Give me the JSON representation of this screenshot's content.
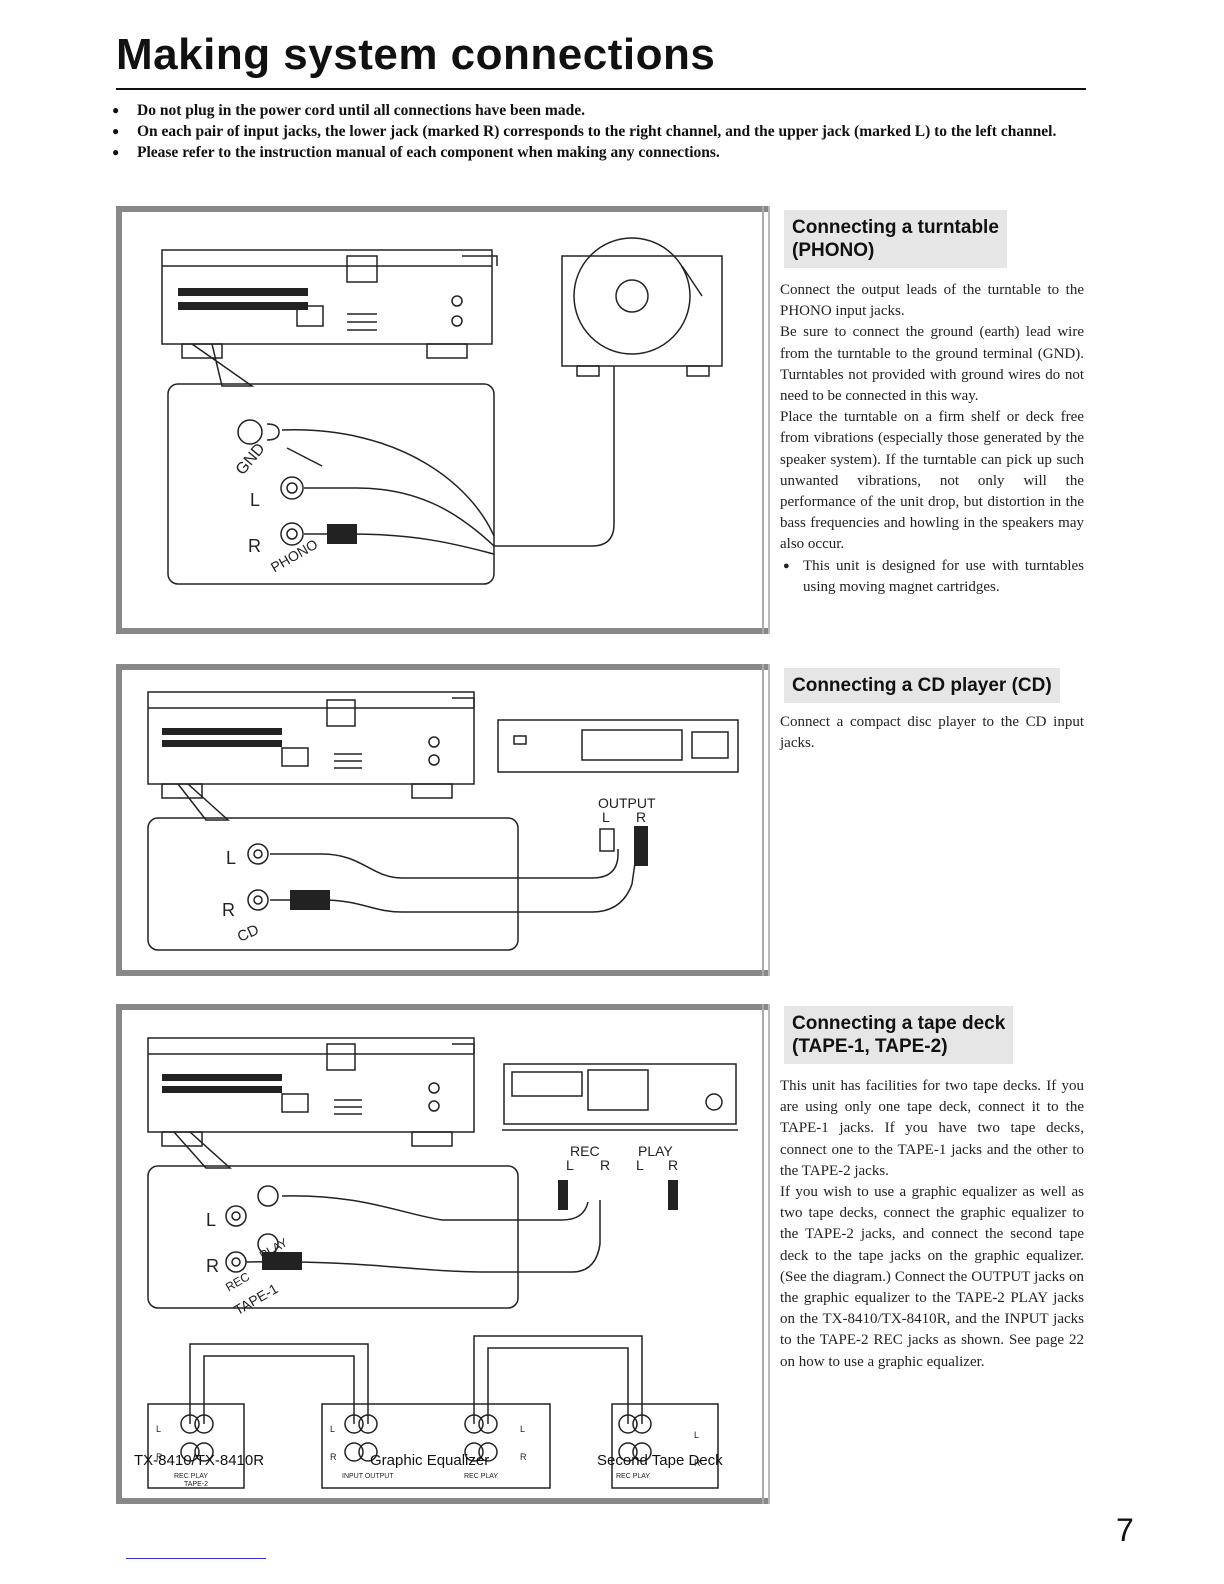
{
  "page": {
    "title": "Making system connections",
    "number": "7"
  },
  "notes": [
    "Do not plug in the power cord until all connections have been made.",
    "On each pair of input jacks, the lower jack (marked R) corresponds to the right channel, and the upper jack (marked L) to the left channel.",
    "Please refer to the instruction manual of each component when making any connections."
  ],
  "turntable": {
    "heading_line1": "Connecting a turntable",
    "heading_line2": "(PHONO)",
    "para1": "Connect the output leads of the turntable to the PHONO input jacks.",
    "para2": "Be sure to connect the ground (earth) lead wire from the turntable to the ground terminal (GND). Turntables not provided with ground wires do not need to be connected in this way.",
    "para3": "Place the turntable on a firm shelf or deck free from vibrations (especially those generated by the speaker system). If the turntable can pick up such unwanted vibrations, not only will the performance of the unit drop, but distortion in the bass frequencies and howling in the speakers may also occur.",
    "bullet": "This unit is designed for use with turntables using moving magnet cartridges.",
    "diagram": {
      "gnd": "GND",
      "l": "L",
      "r": "R",
      "phono": "PHONO"
    }
  },
  "cd": {
    "heading": "Connecting a CD player (CD)",
    "para1": "Connect a compact disc player to the CD input jacks.",
    "diagram": {
      "output": "OUTPUT",
      "l": "L",
      "r": "R",
      "cd": "CD"
    }
  },
  "tape": {
    "heading_line1": "Connecting a tape deck",
    "heading_line2": "(TAPE-1, TAPE-2)",
    "para1": "This unit has facilities for two tape decks. If you are using only one tape deck, connect it to the TAPE-1 jacks. If you have two tape decks, connect one to the TAPE-1 jacks and the other to the TAPE-2 jacks.",
    "para2": "If you wish to use a graphic equalizer as well as two tape decks, connect the graphic equalizer to the TAPE-2 jacks, and connect the second tape deck to the tape jacks on the graphic equalizer. (See the diagram.) Connect the OUTPUT jacks on the graphic equalizer to the TAPE-2 PLAY jacks on the TX-8410/TX-8410R, and the INPUT jacks to the TAPE-2 REC jacks as shown. See page 22 on how to use a graphic equalizer.",
    "diagram": {
      "rec": "REC",
      "play": "PLAY",
      "l": "L",
      "r": "R",
      "play_small": "PLAY",
      "rec_small": "REC",
      "tape1": "TAPE-1",
      "cap_receiver": "TX-8410/TX-8410R",
      "cap_eq": "Graphic Equalizer",
      "cap_deck": "Second Tape Deck",
      "tape2": "TAPE-2",
      "rec_play": "REC    PLAY",
      "input_output": "INPUT  OUTPUT",
      "rec_play2": "REC    PLAY"
    }
  }
}
